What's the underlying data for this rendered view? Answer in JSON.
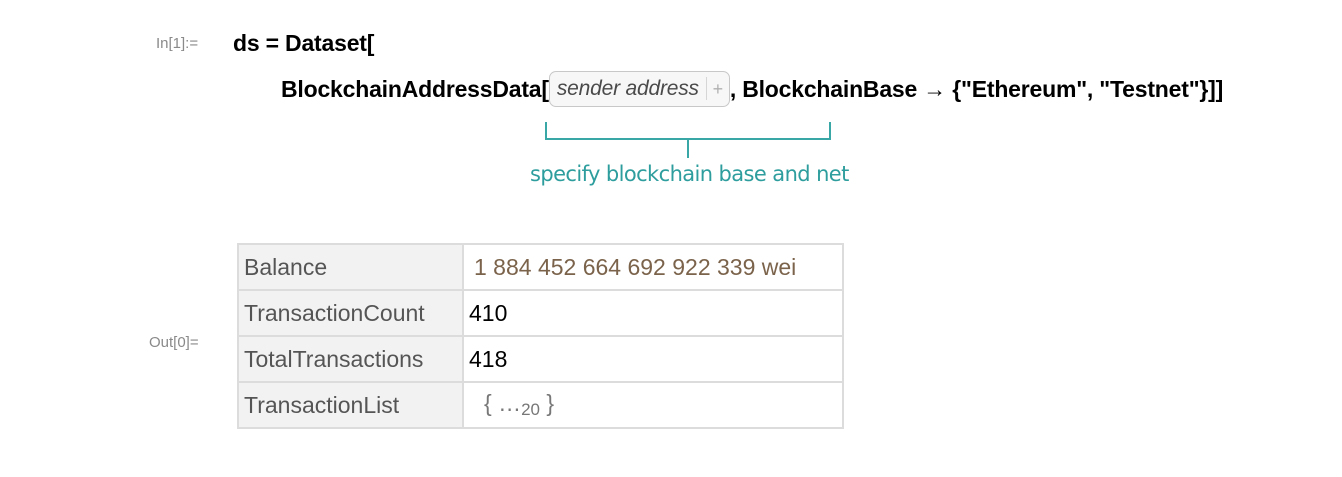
{
  "input_cell": {
    "label": "In[1]:=",
    "line1": "ds = Dataset[",
    "line2_prefix": "BlockchainAddressData[",
    "placeholder": "sender address",
    "placeholder_plus": "+",
    "line2_suffix": ", BlockchainBase → {\"Ethereum\", \"Testnet\"}]]"
  },
  "annotation": {
    "text": "specify blockchain base and net",
    "color": "#2e9d9d"
  },
  "output_cell": {
    "label": "Out[0]=",
    "rows": [
      {
        "key": "Balance",
        "value": "1 884 452 664 692 922 339  wei"
      },
      {
        "key": "TransactionCount",
        "value": "410"
      },
      {
        "key": "TotalTransactions",
        "value": "418"
      },
      {
        "key": "TransactionList",
        "value_open": "{ ",
        "value_ellipsis": "…",
        "value_count": "20",
        "value_close": " }"
      }
    ]
  }
}
